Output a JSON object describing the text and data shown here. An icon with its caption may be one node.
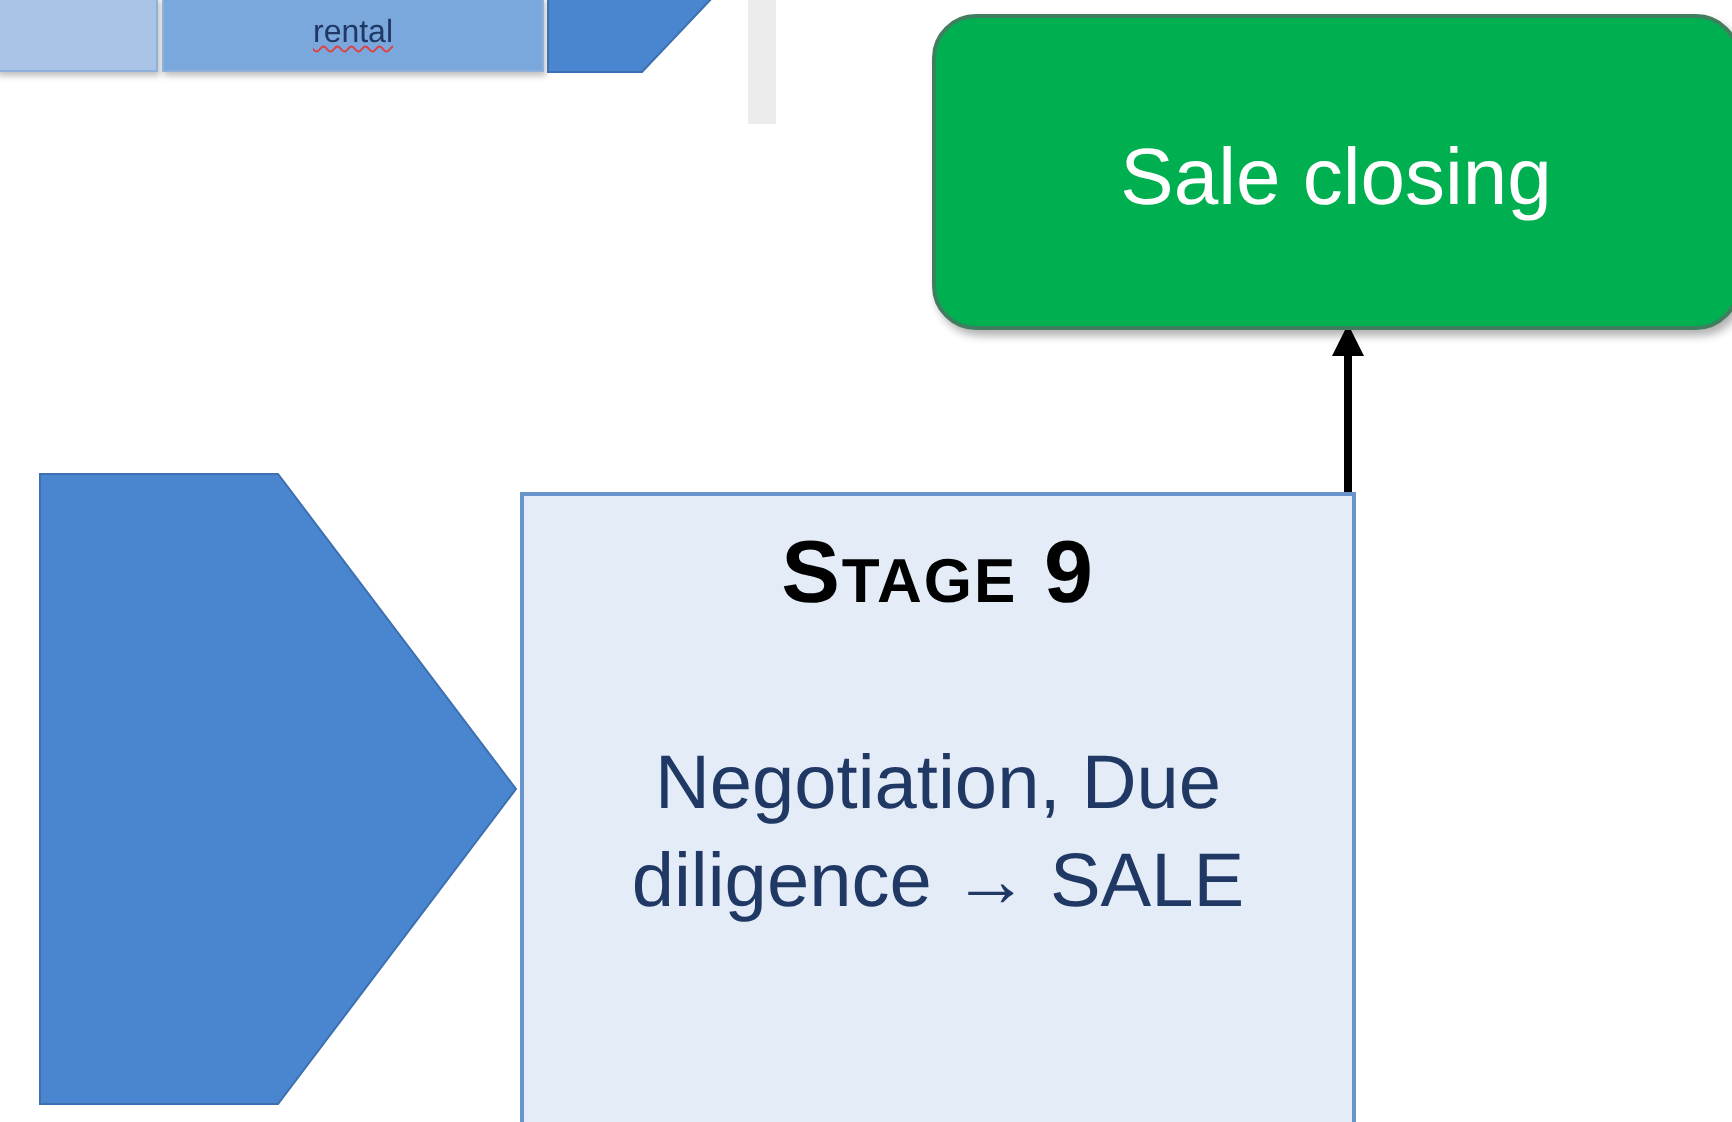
{
  "diagram": {
    "nodes": [
      {
        "text": [],
        "shape": "box"
      },
      {
        "text": [
          "rental"
        ]
      },
      {
        "text": [],
        "shape": "chevron"
      },
      {
        "text": [
          "Sale closing"
        ]
      },
      {
        "text": [],
        "shape": "pentagon"
      },
      {
        "text": [
          "Stage 9",
          "Negotiation, Due diligence → SALE"
        ]
      }
    ],
    "edges": [
      {
        "from": 5,
        "to": 3,
        "arrow": "to"
      }
    ]
  }
}
